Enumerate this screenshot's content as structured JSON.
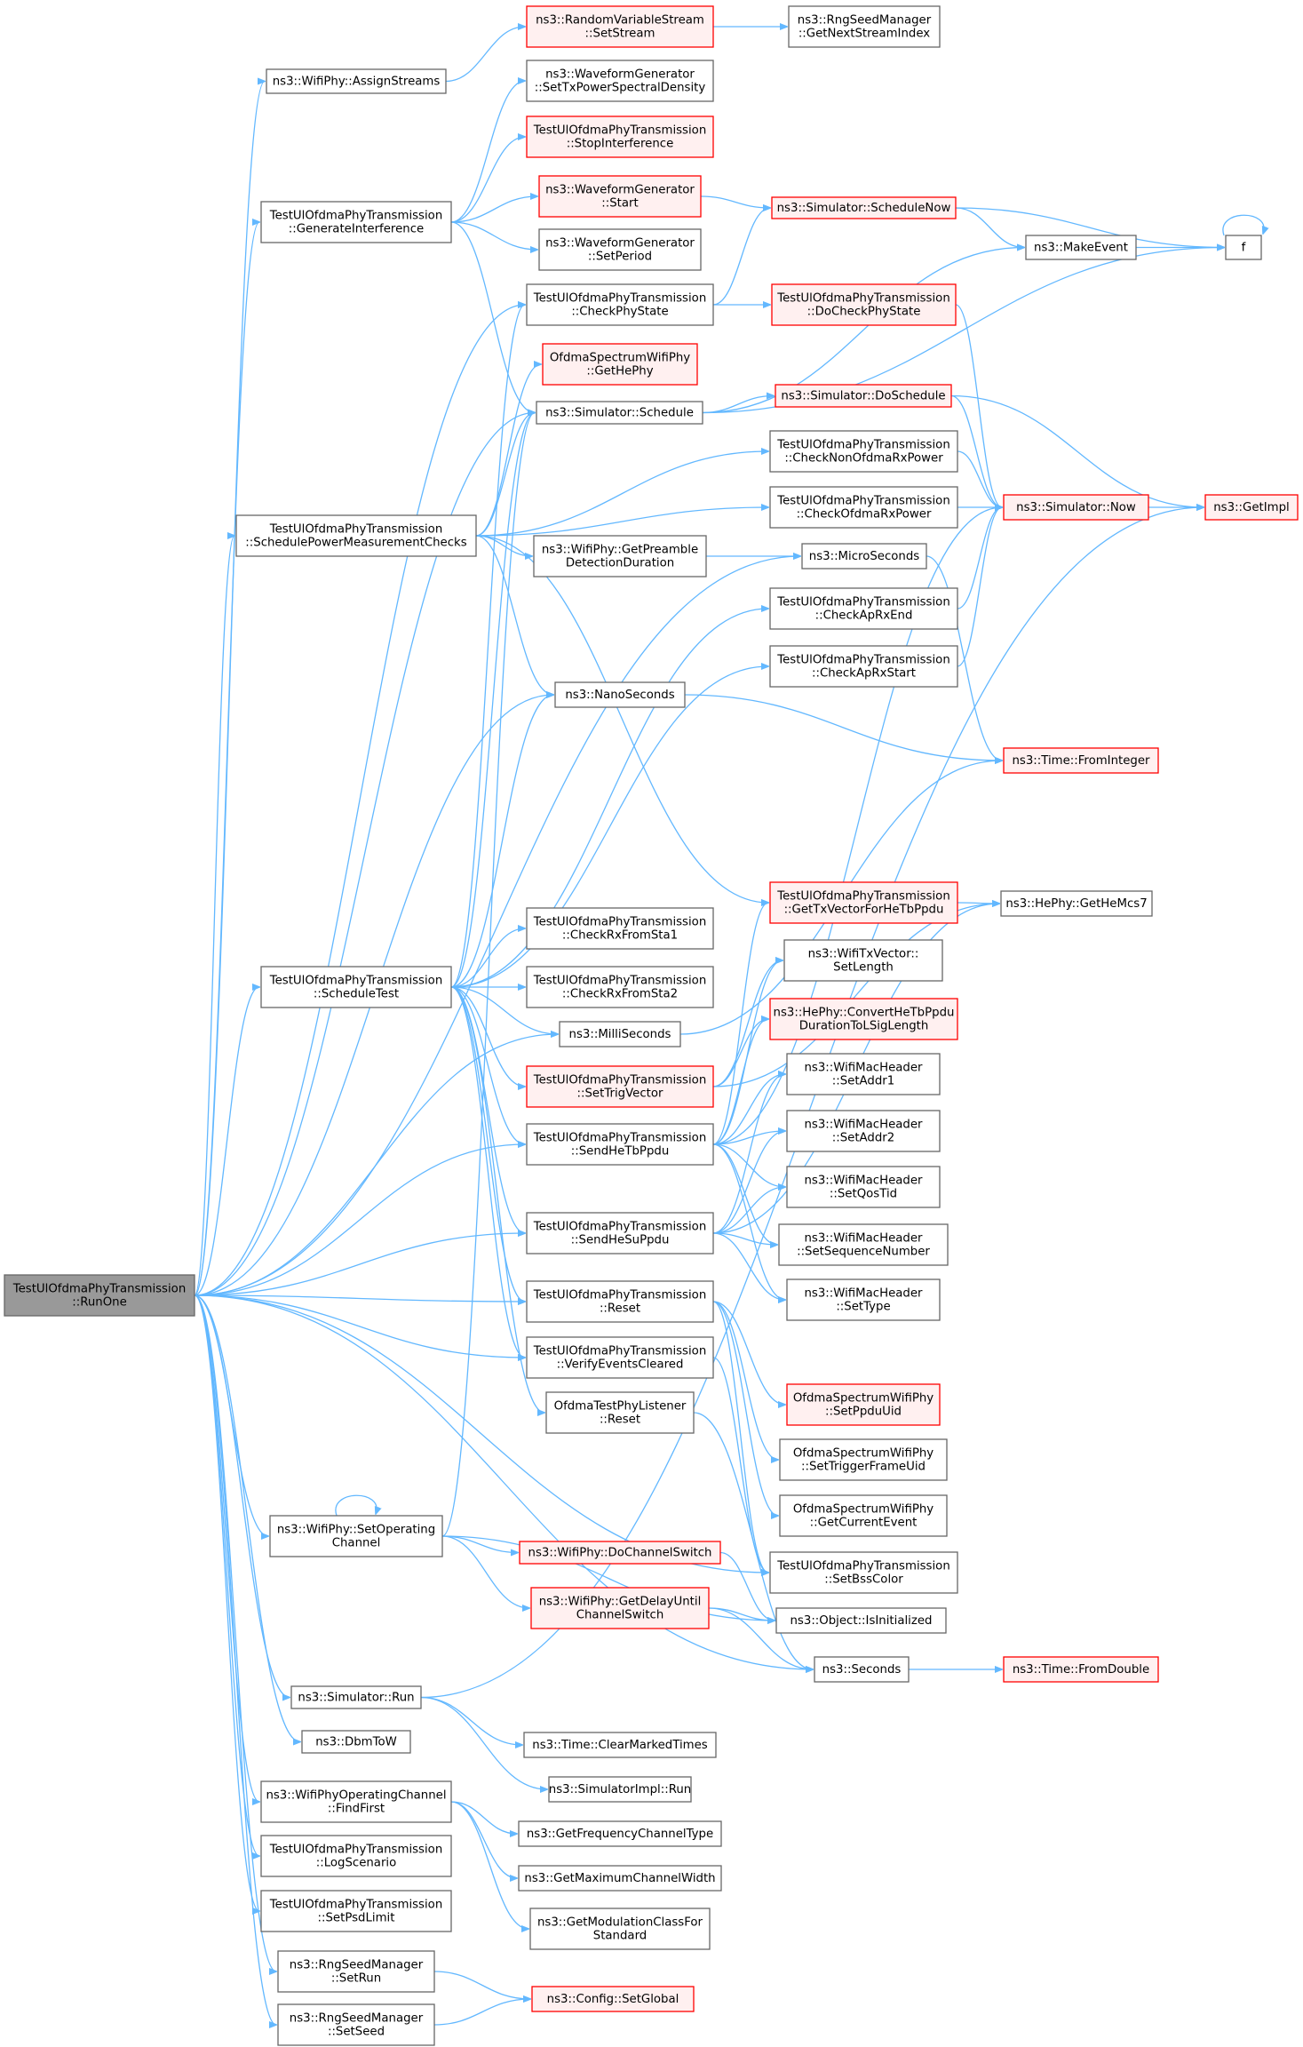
{
  "colors": {
    "edge": "#63b8ff",
    "normal_fill": "#ffffff",
    "normal_stroke": "#666666",
    "truncated_fill": "#fff0f0",
    "truncated_stroke": "#ff0000",
    "root_fill": "#999999",
    "root_stroke": "#666666"
  },
  "nodes": [
    {
      "id": "runone",
      "lines": [
        "TestUlOfdmaPhyTransmission",
        "::RunOne"
      ],
      "style": "root"
    },
    {
      "id": "assignstreams",
      "lines": [
        "ns3::WifiPhy::AssignStreams"
      ],
      "style": "normal"
    },
    {
      "id": "setstream",
      "lines": [
        "ns3::RandomVariableStream",
        "::SetStream"
      ],
      "style": "truncated"
    },
    {
      "id": "getnextstream",
      "lines": [
        "ns3::RngSeedManager",
        "::GetNextStreamIndex"
      ],
      "style": "normal"
    },
    {
      "id": "settxpsd",
      "lines": [
        "ns3::WaveformGenerator",
        "::SetTxPowerSpectralDensity"
      ],
      "style": "normal"
    },
    {
      "id": "stopinterf",
      "lines": [
        "TestUlOfdmaPhyTransmission",
        "::StopInterference"
      ],
      "style": "truncated"
    },
    {
      "id": "wgstart",
      "lines": [
        "ns3::WaveformGenerator",
        "::Start"
      ],
      "style": "truncated"
    },
    {
      "id": "schedulenow",
      "lines": [
        "ns3::Simulator::ScheduleNow"
      ],
      "style": "truncated"
    },
    {
      "id": "f",
      "lines": [
        "f"
      ],
      "style": "normal"
    },
    {
      "id": "makeevent",
      "lines": [
        "ns3::MakeEvent"
      ],
      "style": "normal"
    },
    {
      "id": "geninterf",
      "lines": [
        "TestUlOfdmaPhyTransmission",
        "::GenerateInterference"
      ],
      "style": "normal"
    },
    {
      "id": "setperiod",
      "lines": [
        "ns3::WaveformGenerator",
        "::SetPeriod"
      ],
      "style": "normal"
    },
    {
      "id": "checkphystate",
      "lines": [
        "TestUlOfdmaPhyTransmission",
        "::CheckPhyState"
      ],
      "style": "normal"
    },
    {
      "id": "docheckphystate",
      "lines": [
        "TestUlOfdmaPhyTransmission",
        "::DoCheckPhyState"
      ],
      "style": "truncated"
    },
    {
      "id": "gethephy",
      "lines": [
        "OfdmaSpectrumWifiPhy",
        "::GetHePhy"
      ],
      "style": "truncated"
    },
    {
      "id": "schedule",
      "lines": [
        "ns3::Simulator::Schedule"
      ],
      "style": "normal"
    },
    {
      "id": "doschedule",
      "lines": [
        "ns3::Simulator::DoSchedule"
      ],
      "style": "truncated"
    },
    {
      "id": "checknonofdma",
      "lines": [
        "TestUlOfdmaPhyTransmission",
        "::CheckNonOfdmaRxPower"
      ],
      "style": "normal"
    },
    {
      "id": "checkofdma",
      "lines": [
        "TestUlOfdmaPhyTransmission",
        "::CheckOfdmaRxPower"
      ],
      "style": "normal"
    },
    {
      "id": "now",
      "lines": [
        "ns3::Simulator::Now"
      ],
      "style": "truncated"
    },
    {
      "id": "getimpl",
      "lines": [
        "ns3::GetImpl"
      ],
      "style": "truncated"
    },
    {
      "id": "schedpower",
      "lines": [
        "TestUlOfdmaPhyTransmission",
        "::SchedulePowerMeasurementChecks"
      ],
      "style": "normal"
    },
    {
      "id": "getpreamble",
      "lines": [
        "ns3::WifiPhy::GetPreamble",
        "DetectionDuration"
      ],
      "style": "normal"
    },
    {
      "id": "microseconds",
      "lines": [
        "ns3::MicroSeconds"
      ],
      "style": "normal"
    },
    {
      "id": "checkaprxend",
      "lines": [
        "TestUlOfdmaPhyTransmission",
        "::CheckApRxEnd"
      ],
      "style": "normal"
    },
    {
      "id": "checkaprxstart",
      "lines": [
        "TestUlOfdmaPhyTransmission",
        "::CheckApRxStart"
      ],
      "style": "normal"
    },
    {
      "id": "nanoseconds",
      "lines": [
        "ns3::NanoSeconds"
      ],
      "style": "normal"
    },
    {
      "id": "frominteger",
      "lines": [
        "ns3::Time::FromInteger"
      ],
      "style": "truncated"
    },
    {
      "id": "gettxvector",
      "lines": [
        "TestUlOfdmaPhyTransmission",
        "::GetTxVectorForHeTbPpdu"
      ],
      "style": "truncated"
    },
    {
      "id": "gethemcs7",
      "lines": [
        "ns3::HePhy::GetHeMcs7"
      ],
      "style": "normal"
    },
    {
      "id": "checkrxsta1",
      "lines": [
        "TestUlOfdmaPhyTransmission",
        "::CheckRxFromSta1"
      ],
      "style": "normal"
    },
    {
      "id": "scheduletest",
      "lines": [
        "TestUlOfdmaPhyTransmission",
        "::ScheduleTest"
      ],
      "style": "normal"
    },
    {
      "id": "checkrxsta2",
      "lines": [
        "TestUlOfdmaPhyTransmission",
        "::CheckRxFromSta2"
      ],
      "style": "normal"
    },
    {
      "id": "setlength",
      "lines": [
        "ns3::WifiTxVector::",
        "SetLength"
      ],
      "style": "normal"
    },
    {
      "id": "convertlsig",
      "lines": [
        "ns3::HePhy::ConvertHeTbPpdu",
        "DurationToLSigLength"
      ],
      "style": "truncated"
    },
    {
      "id": "milliseconds",
      "lines": [
        "ns3::MilliSeconds"
      ],
      "style": "normal"
    },
    {
      "id": "settrigvector",
      "lines": [
        "TestUlOfdmaPhyTransmission",
        "::SetTrigVector"
      ],
      "style": "truncated"
    },
    {
      "id": "setaddr1",
      "lines": [
        "ns3::WifiMacHeader",
        "::SetAddr1"
      ],
      "style": "normal"
    },
    {
      "id": "sendhetb",
      "lines": [
        "TestUlOfdmaPhyTransmission",
        "::SendHeTbPpdu"
      ],
      "style": "normal"
    },
    {
      "id": "setaddr2",
      "lines": [
        "ns3::WifiMacHeader",
        "::SetAddr2"
      ],
      "style": "normal"
    },
    {
      "id": "setqostid",
      "lines": [
        "ns3::WifiMacHeader",
        "::SetQosTid"
      ],
      "style": "normal"
    },
    {
      "id": "sendhesu",
      "lines": [
        "TestUlOfdmaPhyTransmission",
        "::SendHeSuPpdu"
      ],
      "style": "normal"
    },
    {
      "id": "setseqnum",
      "lines": [
        "ns3::WifiMacHeader",
        "::SetSequenceNumber"
      ],
      "style": "normal"
    },
    {
      "id": "settype",
      "lines": [
        "ns3::WifiMacHeader",
        "::SetType"
      ],
      "style": "normal"
    },
    {
      "id": "reset",
      "lines": [
        "TestUlOfdmaPhyTransmission",
        "::Reset"
      ],
      "style": "normal"
    },
    {
      "id": "verifycleared",
      "lines": [
        "TestUlOfdmaPhyTransmission",
        "::VerifyEventsCleared"
      ],
      "style": "normal"
    },
    {
      "id": "setppduuid",
      "lines": [
        "OfdmaSpectrumWifiPhy",
        "::SetPpduUid"
      ],
      "style": "truncated"
    },
    {
      "id": "listenerreset",
      "lines": [
        "OfdmaTestPhyListener",
        "::Reset"
      ],
      "style": "normal"
    },
    {
      "id": "settriggeruid",
      "lines": [
        "OfdmaSpectrumWifiPhy",
        "::SetTriggerFrameUid"
      ],
      "style": "normal"
    },
    {
      "id": "getcurrentevent",
      "lines": [
        "OfdmaSpectrumWifiPhy",
        "::GetCurrentEvent"
      ],
      "style": "normal"
    },
    {
      "id": "setoperating",
      "lines": [
        "ns3::WifiPhy::SetOperating",
        "Channel"
      ],
      "style": "normal"
    },
    {
      "id": "dochannelswitch",
      "lines": [
        "ns3::WifiPhy::DoChannelSwitch"
      ],
      "style": "truncated"
    },
    {
      "id": "setbsscolor",
      "lines": [
        "TestUlOfdmaPhyTransmission",
        "::SetBssColor"
      ],
      "style": "normal"
    },
    {
      "id": "getdelay",
      "lines": [
        "ns3::WifiPhy::GetDelayUntil",
        "ChannelSwitch"
      ],
      "style": "truncated"
    },
    {
      "id": "isinitialized",
      "lines": [
        "ns3::Object::IsInitialized"
      ],
      "style": "normal"
    },
    {
      "id": "seconds",
      "lines": [
        "ns3::Seconds"
      ],
      "style": "normal"
    },
    {
      "id": "fromdouble",
      "lines": [
        "ns3::Time::FromDouble"
      ],
      "style": "truncated"
    },
    {
      "id": "simrun",
      "lines": [
        "ns3::Simulator::Run"
      ],
      "style": "normal"
    },
    {
      "id": "clearmarked",
      "lines": [
        "ns3::Time::ClearMarkedTimes"
      ],
      "style": "normal"
    },
    {
      "id": "dbmtow",
      "lines": [
        "ns3::DbmToW"
      ],
      "style": "normal"
    },
    {
      "id": "implrun",
      "lines": [
        "ns3::SimulatorImpl::Run"
      ],
      "style": "normal"
    },
    {
      "id": "findfirst",
      "lines": [
        "ns3::WifiPhyOperatingChannel",
        "::FindFirst"
      ],
      "style": "normal"
    },
    {
      "id": "getfreqtype",
      "lines": [
        "ns3::GetFrequencyChannelType"
      ],
      "style": "normal"
    },
    {
      "id": "logscenario",
      "lines": [
        "TestUlOfdmaPhyTransmission",
        "::LogScenario"
      ],
      "style": "normal"
    },
    {
      "id": "getmaxwidth",
      "lines": [
        "ns3::GetMaximumChannelWidth"
      ],
      "style": "normal"
    },
    {
      "id": "setpsdlimit",
      "lines": [
        "TestUlOfdmaPhyTransmission",
        "::SetPsdLimit"
      ],
      "style": "normal"
    },
    {
      "id": "getmodclass",
      "lines": [
        "ns3::GetModulationClassFor",
        "Standard"
      ],
      "style": "normal"
    },
    {
      "id": "setrun",
      "lines": [
        "ns3::RngSeedManager",
        "::SetRun"
      ],
      "style": "normal"
    },
    {
      "id": "setglobal",
      "lines": [
        "ns3::Config::SetGlobal"
      ],
      "style": "truncated"
    },
    {
      "id": "setseed",
      "lines": [
        "ns3::RngSeedManager",
        "::SetSeed"
      ],
      "style": "normal"
    }
  ],
  "edges": [
    [
      "runone",
      "assignstreams"
    ],
    [
      "runone",
      "geninterf"
    ],
    [
      "runone",
      "checkphystate"
    ],
    [
      "runone",
      "schedule"
    ],
    [
      "runone",
      "schedpower"
    ],
    [
      "runone",
      "microseconds"
    ],
    [
      "runone",
      "nanoseconds"
    ],
    [
      "runone",
      "scheduletest"
    ],
    [
      "runone",
      "milliseconds"
    ],
    [
      "runone",
      "sendhetb"
    ],
    [
      "runone",
      "sendhesu"
    ],
    [
      "runone",
      "reset"
    ],
    [
      "runone",
      "verifycleared"
    ],
    [
      "runone",
      "setbsscolor"
    ],
    [
      "runone",
      "setoperating"
    ],
    [
      "runone",
      "seconds"
    ],
    [
      "runone",
      "simrun"
    ],
    [
      "runone",
      "dbmtow"
    ],
    [
      "runone",
      "findfirst"
    ],
    [
      "runone",
      "logscenario"
    ],
    [
      "runone",
      "setpsdlimit"
    ],
    [
      "runone",
      "setrun"
    ],
    [
      "runone",
      "setseed"
    ],
    [
      "assignstreams",
      "setstream"
    ],
    [
      "setstream",
      "getnextstream"
    ],
    [
      "geninterf",
      "settxpsd"
    ],
    [
      "geninterf",
      "stopinterf"
    ],
    [
      "geninterf",
      "wgstart"
    ],
    [
      "geninterf",
      "setperiod"
    ],
    [
      "geninterf",
      "schedule"
    ],
    [
      "wgstart",
      "schedulenow"
    ],
    [
      "schedulenow",
      "makeevent"
    ],
    [
      "schedulenow",
      "f"
    ],
    [
      "makeevent",
      "f"
    ],
    [
      "f",
      "f"
    ],
    [
      "checkphystate",
      "docheckphystate"
    ],
    [
      "checkphystate",
      "schedulenow"
    ],
    [
      "docheckphystate",
      "now"
    ],
    [
      "schedule",
      "doschedule"
    ],
    [
      "schedule",
      "makeevent"
    ],
    [
      "schedule",
      "f"
    ],
    [
      "doschedule",
      "now"
    ],
    [
      "doschedule",
      "getimpl"
    ],
    [
      "now",
      "getimpl"
    ],
    [
      "schedpower",
      "gethephy"
    ],
    [
      "schedpower",
      "schedule"
    ],
    [
      "schedpower",
      "checknonofdma"
    ],
    [
      "schedpower",
      "checkofdma"
    ],
    [
      "schedpower",
      "getpreamble"
    ],
    [
      "schedpower",
      "nanoseconds"
    ],
    [
      "schedpower",
      "gettxvector"
    ],
    [
      "checknonofdma",
      "now"
    ],
    [
      "checkofdma",
      "now"
    ],
    [
      "getpreamble",
      "microseconds"
    ],
    [
      "microseconds",
      "frominteger"
    ],
    [
      "checkaprxend",
      "now"
    ],
    [
      "checkaprxstart",
      "now"
    ],
    [
      "nanoseconds",
      "frominteger"
    ],
    [
      "milliseconds",
      "frominteger"
    ],
    [
      "gettxvector",
      "gethemcs7"
    ],
    [
      "scheduletest",
      "checkphystate"
    ],
    [
      "scheduletest",
      "schedule"
    ],
    [
      "scheduletest",
      "nanoseconds"
    ],
    [
      "scheduletest",
      "checkaprxend"
    ],
    [
      "scheduletest",
      "checkaprxstart"
    ],
    [
      "scheduletest",
      "checkrxsta1"
    ],
    [
      "scheduletest",
      "checkrxsta2"
    ],
    [
      "scheduletest",
      "milliseconds"
    ],
    [
      "scheduletest",
      "settrigvector"
    ],
    [
      "scheduletest",
      "sendhetb"
    ],
    [
      "scheduletest",
      "sendhesu"
    ],
    [
      "scheduletest",
      "reset"
    ],
    [
      "scheduletest",
      "verifycleared"
    ],
    [
      "scheduletest",
      "listenerreset"
    ],
    [
      "settrigvector",
      "gethemcs7"
    ],
    [
      "settrigvector",
      "setlength"
    ],
    [
      "settrigvector",
      "convertlsig"
    ],
    [
      "sendhetb",
      "gettxvector"
    ],
    [
      "sendhetb",
      "setlength"
    ],
    [
      "sendhetb",
      "convertlsig"
    ],
    [
      "sendhetb",
      "setaddr1"
    ],
    [
      "sendhetb",
      "setaddr2"
    ],
    [
      "sendhetb",
      "setqostid"
    ],
    [
      "sendhetb",
      "setseqnum"
    ],
    [
      "sendhetb",
      "settype"
    ],
    [
      "sendhetb",
      "now"
    ],
    [
      "sendhesu",
      "setaddr1"
    ],
    [
      "sendhesu",
      "setaddr2"
    ],
    [
      "sendhesu",
      "setqostid"
    ],
    [
      "sendhesu",
      "setseqnum"
    ],
    [
      "sendhesu",
      "settype"
    ],
    [
      "sendhesu",
      "gethemcs7"
    ],
    [
      "reset",
      "setppduuid"
    ],
    [
      "reset",
      "settriggeruid"
    ],
    [
      "reset",
      "getcurrentevent"
    ],
    [
      "reset",
      "setbsscolor"
    ],
    [
      "verifycleared",
      "setbsscolor"
    ],
    [
      "listenerreset",
      "seconds"
    ],
    [
      "setoperating",
      "setoperating"
    ],
    [
      "setoperating",
      "schedule"
    ],
    [
      "setoperating",
      "dochannelswitch"
    ],
    [
      "setoperating",
      "getdelay"
    ],
    [
      "setoperating",
      "isinitialized"
    ],
    [
      "dochannelswitch",
      "isinitialized"
    ],
    [
      "getdelay",
      "isinitialized"
    ],
    [
      "getdelay",
      "seconds"
    ],
    [
      "seconds",
      "fromdouble"
    ],
    [
      "simrun",
      "getimpl"
    ],
    [
      "simrun",
      "clearmarked"
    ],
    [
      "simrun",
      "implrun"
    ],
    [
      "findfirst",
      "getfreqtype"
    ],
    [
      "findfirst",
      "getmaxwidth"
    ],
    [
      "findfirst",
      "getmodclass"
    ],
    [
      "setrun",
      "setglobal"
    ],
    [
      "setseed",
      "setglobal"
    ]
  ]
}
